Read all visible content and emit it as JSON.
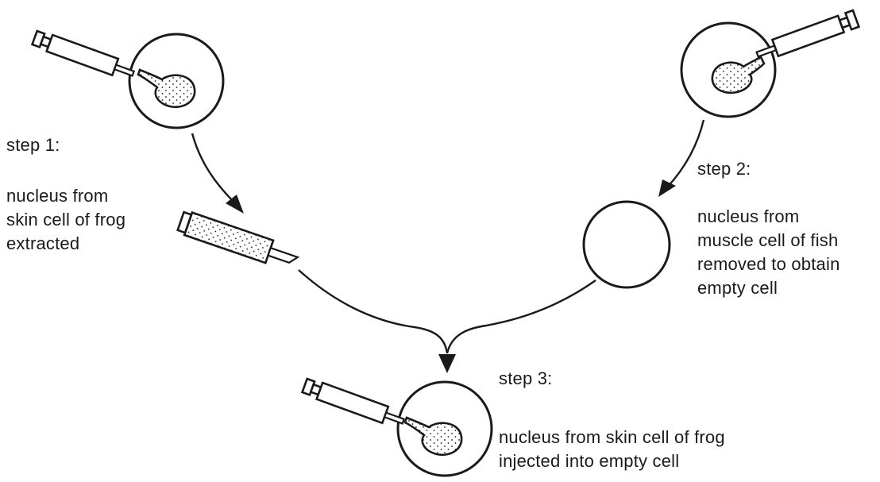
{
  "step1": {
    "heading": "step 1:",
    "lines": [
      "nucleus from",
      "skin cell of frog",
      "extracted"
    ]
  },
  "step2": {
    "heading": "step 2:",
    "lines": [
      "nucleus from",
      "muscle cell of fish",
      "removed to obtain",
      "empty cell"
    ]
  },
  "step3": {
    "heading": "step 3:",
    "lines": [
      "nucleus from skin cell of frog",
      "injected into empty cell"
    ]
  },
  "colors": {
    "ink": "#1a1a1a",
    "background": "#ffffff"
  },
  "icons": [
    "syringe-icon",
    "cell-icon",
    "nucleus-icon",
    "arrow-icon"
  ]
}
